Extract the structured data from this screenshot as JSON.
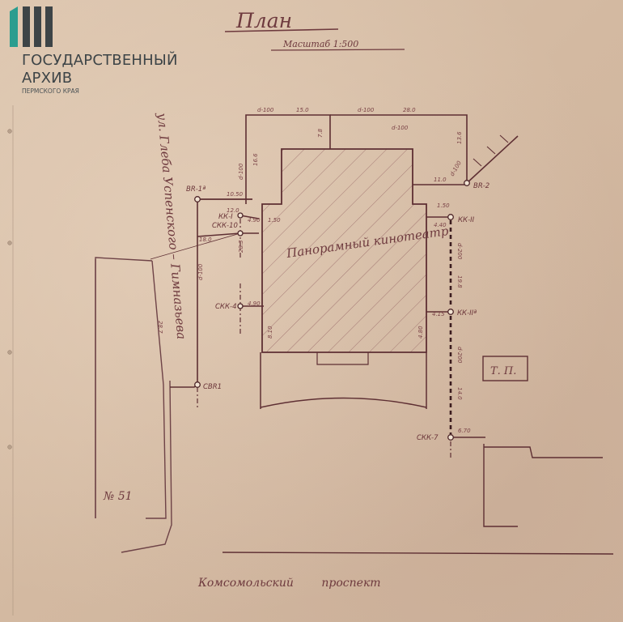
{
  "logo": {
    "line1": "ГОСУДАРСТВЕННЫЙ",
    "line2": "АРХИВ",
    "line3": "ПЕРМСКОГО КРАЯ",
    "color": "#3d4447",
    "accent": "#2a9d8f"
  },
  "plan": {
    "title": "План",
    "scale": "Масштаб 1:500",
    "building": "Панорамный кинотеатр",
    "street_left": "ул. Глеба Успенского – Гимназьева",
    "street_bottom": "Комсомольский проспект",
    "house_no": "№ 51",
    "substation": "Т. П.",
    "ink_color": "#6e3a3e"
  },
  "points": {
    "vr1": "ВR-1ª",
    "vr2": "ВR-2",
    "kk1": "КК-I",
    "skk10": "СКК-10",
    "skk4": "СКК-4",
    "kk2": "КК-II",
    "kk2a": "КК-IIª",
    "svr1": "СВR1",
    "skk7": "СКК-7"
  },
  "dims": {
    "d100_top_left": "d-100",
    "d100_top_mid": "d-100",
    "d100_vert_left": "d-100",
    "d100_diag": "d-100",
    "d100_mid": "d-100",
    "d100_vert": "d-100",
    "d200_a": "d-200",
    "d200_b": "d-200",
    "n150_a": "15.0",
    "n280": "28.0",
    "n78": "7.8",
    "n166": "16.6",
    "n136": "13.6",
    "n1050": "10.50",
    "n120": "12.0",
    "n490a": "4.90",
    "n490b": "4.90",
    "n150b": "1.50",
    "n150c": "1.50",
    "n110": "11.0",
    "n440": "4.40",
    "n415": "4.15",
    "n180": "18.0",
    "n283": "28.3",
    "n287": "28.7",
    "n810": "8.10",
    "n480": "4.80",
    "n670": "6.70",
    "n198": "19.8",
    "n140": "14.0"
  }
}
